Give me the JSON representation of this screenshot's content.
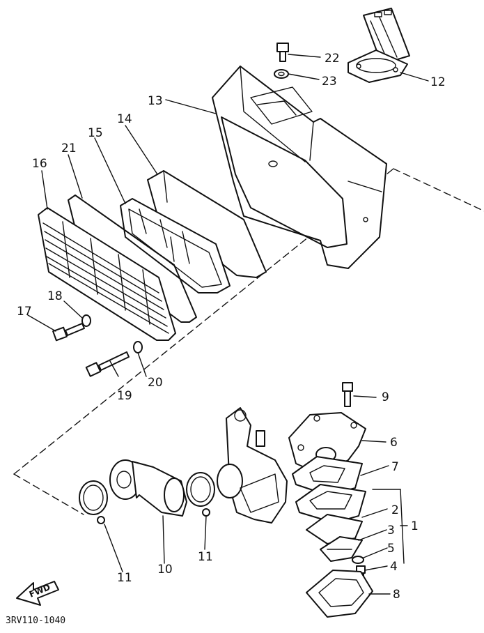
{
  "diagram": {
    "parts": [
      {
        "id": "p22",
        "label": "22"
      },
      {
        "id": "p23",
        "label": "23"
      },
      {
        "id": "p12",
        "label": "12"
      },
      {
        "id": "p13",
        "label": "13"
      },
      {
        "id": "p14",
        "label": "14"
      },
      {
        "id": "p15",
        "label": "15"
      },
      {
        "id": "p21",
        "label": "21"
      },
      {
        "id": "p16",
        "label": "16"
      },
      {
        "id": "p18",
        "label": "18"
      },
      {
        "id": "p17",
        "label": "17"
      },
      {
        "id": "p19",
        "label": "19"
      },
      {
        "id": "p20",
        "label": "20"
      },
      {
        "id": "p9",
        "label": "9"
      },
      {
        "id": "p6",
        "label": "6"
      },
      {
        "id": "p7",
        "label": "7"
      },
      {
        "id": "p2",
        "label": "2"
      },
      {
        "id": "p3",
        "label": "3"
      },
      {
        "id": "p1",
        "label": "1"
      },
      {
        "id": "p5",
        "label": "5"
      },
      {
        "id": "p4",
        "label": "4"
      },
      {
        "id": "p8",
        "label": "8"
      },
      {
        "id": "p11a",
        "label": "11"
      },
      {
        "id": "p10",
        "label": "10"
      },
      {
        "id": "p11b",
        "label": "11"
      }
    ],
    "direction_badge": "FWD",
    "drawing_code": "3RV110-1040"
  }
}
